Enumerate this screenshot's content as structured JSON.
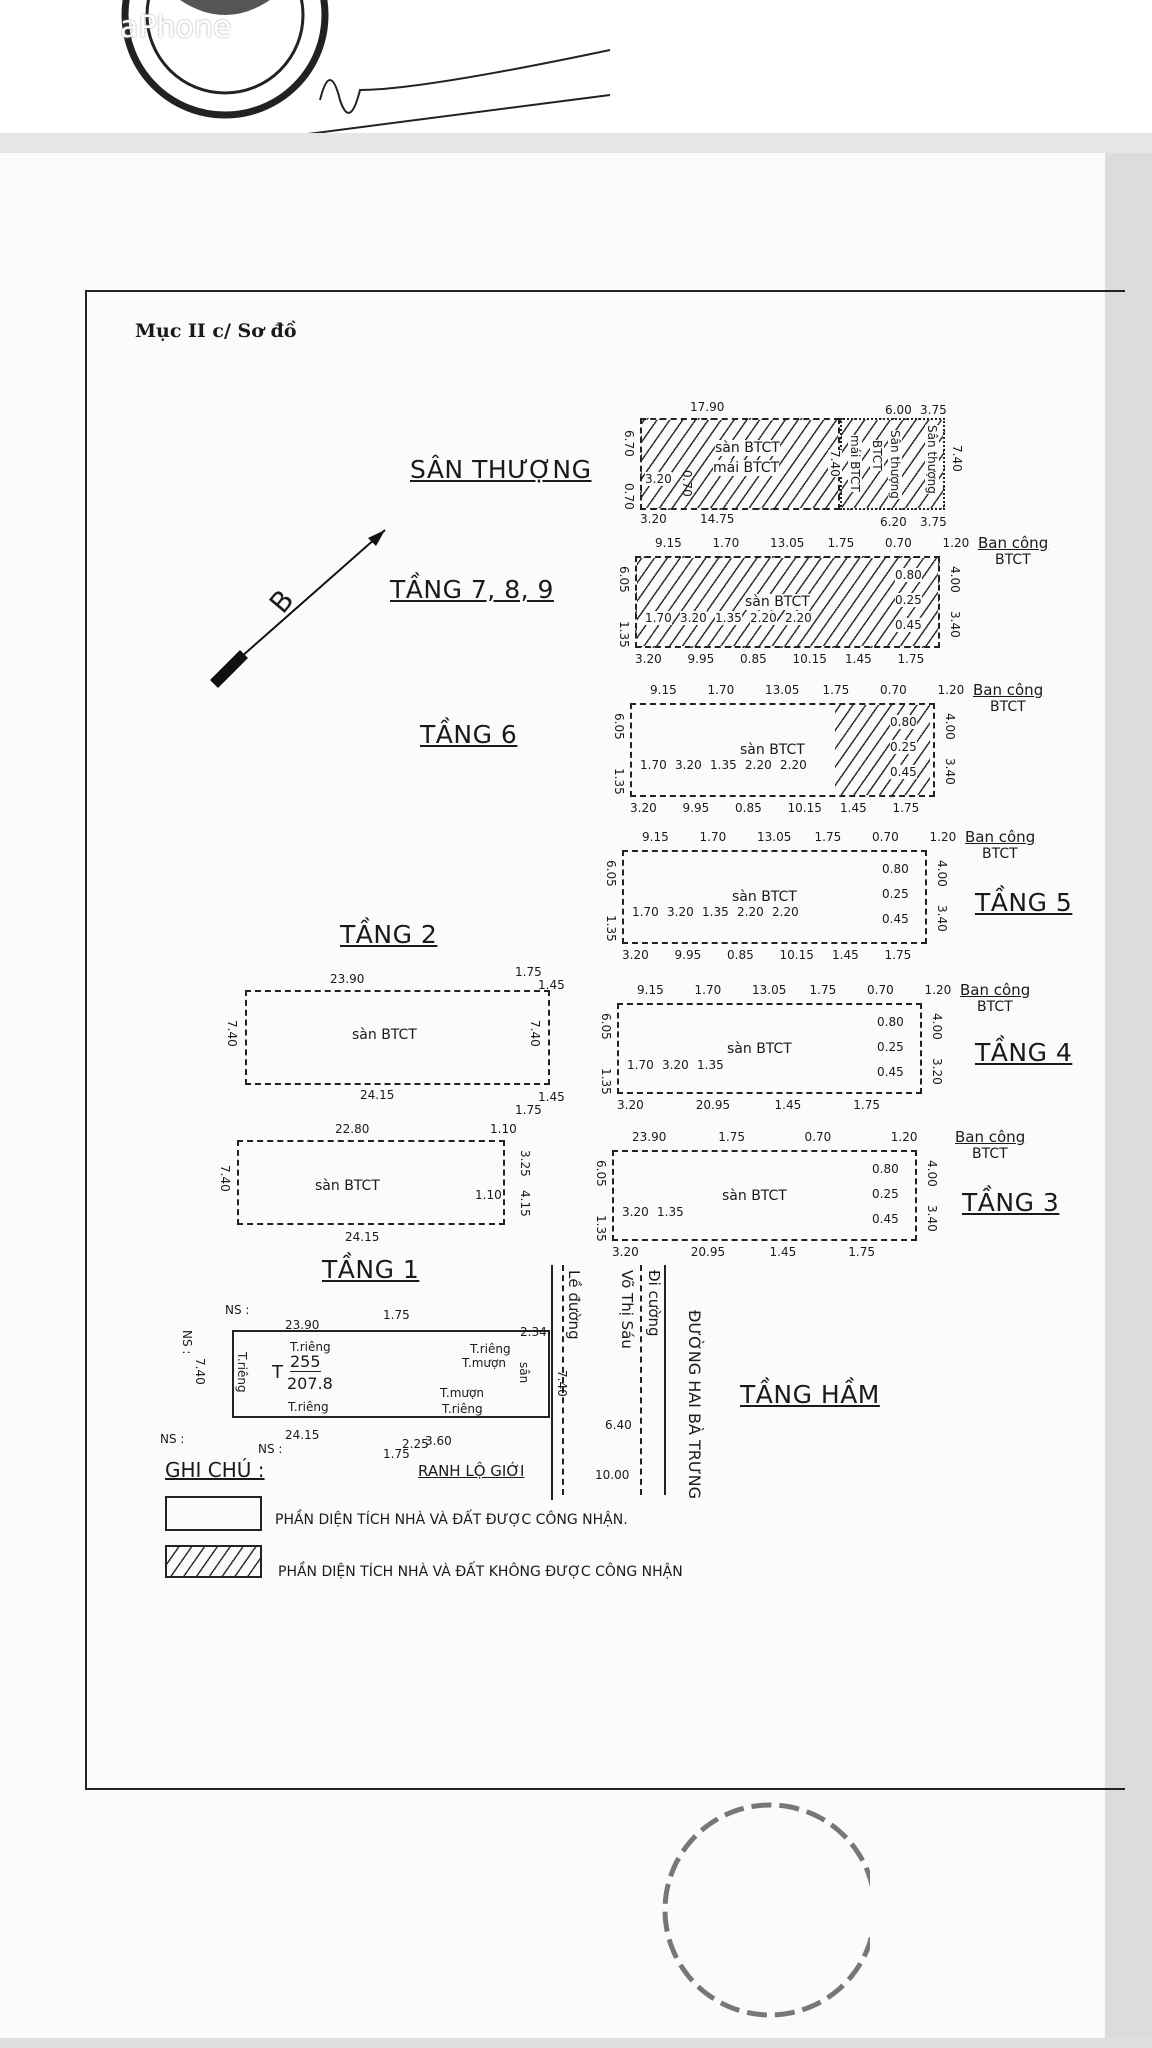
{
  "watermark": "aPhone",
  "section_title": "Mục II c/ Sơ đồ",
  "north_label": "B",
  "plans": {
    "roof": {
      "label": "SÂN THƯỢNG",
      "text1": "sàn BTCT",
      "text2": "mái BTCT",
      "text3": "mái BTCT",
      "text4": "Sân thượng",
      "text5": "BTCT",
      "text6": "Sân thượng",
      "top": [
        "17.90",
        "6.00",
        "3.75"
      ],
      "bottom": [
        "3.20",
        "14.75",
        "6.20",
        "3.75"
      ],
      "left": [
        "6.70",
        "0.70"
      ],
      "right": "7.40",
      "inner": [
        "3.20",
        "0.70",
        "7.40"
      ]
    },
    "f789": {
      "label": "TẦNG 7, 8, 9",
      "text": "sàn BTCT",
      "top": [
        "9.15",
        "1.70",
        "13.05",
        "1.75",
        "0.70",
        "1.20"
      ],
      "bottom": [
        "3.20",
        "9.95",
        "0.85",
        "10.15",
        "1.45",
        "1.75"
      ],
      "left": [
        "6.05",
        "1.35"
      ],
      "right": [
        "4.00",
        "3.40"
      ],
      "inner": [
        "1.70",
        "3.20",
        "1.35",
        "2.20",
        "2.20",
        "0.80",
        "0.25",
        "0.45"
      ],
      "balcony": [
        "Ban công",
        "BTCT"
      ]
    },
    "f6": {
      "label": "TẦNG 6",
      "text": "sàn BTCT",
      "top": [
        "9.15",
        "1.70",
        "13.05",
        "1.75",
        "0.70",
        "1.20"
      ],
      "bottom": [
        "3.20",
        "9.95",
        "0.85",
        "10.15",
        "1.45",
        "1.75"
      ],
      "left": [
        "6.05",
        "1.35"
      ],
      "right": [
        "4.00",
        "3.40"
      ],
      "inner": [
        "1.70",
        "3.20",
        "1.35",
        "2.20",
        "2.20",
        "0.80",
        "0.25",
        "0.45"
      ],
      "balcony": [
        "Ban công",
        "BTCT"
      ]
    },
    "f5": {
      "label": "TẦNG 5",
      "text": "sàn BTCT",
      "top": [
        "9.15",
        "1.70",
        "13.05",
        "1.75",
        "0.70",
        "1.20"
      ],
      "bottom": [
        "3.20",
        "9.95",
        "0.85",
        "10.15",
        "1.45",
        "1.75"
      ],
      "left": [
        "6.05",
        "1.35"
      ],
      "right": [
        "4.00",
        "3.40"
      ],
      "inner": [
        "1.70",
        "3.20",
        "1.35",
        "2.20",
        "2.20",
        "0.80",
        "0.25",
        "0.45"
      ],
      "balcony": [
        "Ban công",
        "BTCT"
      ]
    },
    "f4": {
      "label": "TẦNG 4",
      "text": "sàn BTCT",
      "top": [
        "9.15",
        "1.70",
        "13.05",
        "1.75",
        "0.70",
        "1.20"
      ],
      "bottom": [
        "3.20",
        "20.95",
        "1.45",
        "1.75"
      ],
      "left": [
        "6.05",
        "1.35"
      ],
      "right": [
        "4.00",
        "3.20"
      ],
      "inner": [
        "1.70",
        "3.20",
        "1.35",
        "0.80",
        "0.25",
        "0.45"
      ],
      "balcony": [
        "Ban công",
        "BTCT"
      ]
    },
    "f3": {
      "label": "TẦNG 3",
      "text": "sàn BTCT",
      "top": [
        "23.90",
        "1.75",
        "0.70",
        "1.20"
      ],
      "bottom": [
        "3.20",
        "20.95",
        "1.45",
        "1.75"
      ],
      "left": [
        "6.05",
        "1.35"
      ],
      "right": [
        "4.00",
        "3.40"
      ],
      "inner": [
        "3.20",
        "1.35",
        "0.80",
        "0.25",
        "0.45"
      ],
      "balcony": [
        "Ban công",
        "BTCT"
      ]
    },
    "f2": {
      "label": "TẦNG 2",
      "text": "sàn BTCT",
      "top": [
        "23.90",
        "1.75",
        "1.45"
      ],
      "bottom": [
        "24.15",
        "1.75",
        "1.45"
      ],
      "left": "7.40",
      "right": "7.40"
    },
    "mezz": {
      "text": "sàn BTCT",
      "top": [
        "22.80",
        "1.10"
      ],
      "bottom": "24.15",
      "left": "7.40",
      "right": [
        "3.25",
        "4.15",
        "1.10"
      ]
    },
    "f1": {
      "label": "TẦNG 1",
      "top": [
        "NS :",
        "23.90",
        "1.75",
        "2.34"
      ],
      "bottom": [
        "NS :",
        "24.15",
        "NS :",
        "1.75",
        "2.25",
        "3.60"
      ],
      "left": [
        "NS :",
        "7.40"
      ],
      "area_top": "255",
      "area_bottom": "207.8",
      "area_prefix": "T",
      "walls": [
        "T.riêng",
        "T.riêng",
        "T.riêng",
        "T.riêng",
        "T.mượn",
        "T.mượn",
        "T.riêng"
      ],
      "yard": "sân",
      "right": "7.40"
    },
    "basement": {
      "label": "TẦNG HẦM"
    }
  },
  "streets": {
    "sidewalk": "Lề đường",
    "street1": "Võ Thị Sáu",
    "street2": "Đi cường",
    "main": "ĐƯỜNG HAI BÀ TRƯNG",
    "d1": "6.40",
    "d2": "10.00",
    "boundary": "RANH LỘ GIỚI"
  },
  "legend": {
    "title": "GHI CHÚ :",
    "recognized": "PHẦN DIỆN TÍCH NHÀ VÀ ĐẤT ĐƯỢC CÔNG NHẬN.",
    "not_recognized": "PHẦN DIỆN TÍCH NHÀ VÀ ĐẤT KHÔNG ĐƯỢC CÔNG NHẬN"
  }
}
